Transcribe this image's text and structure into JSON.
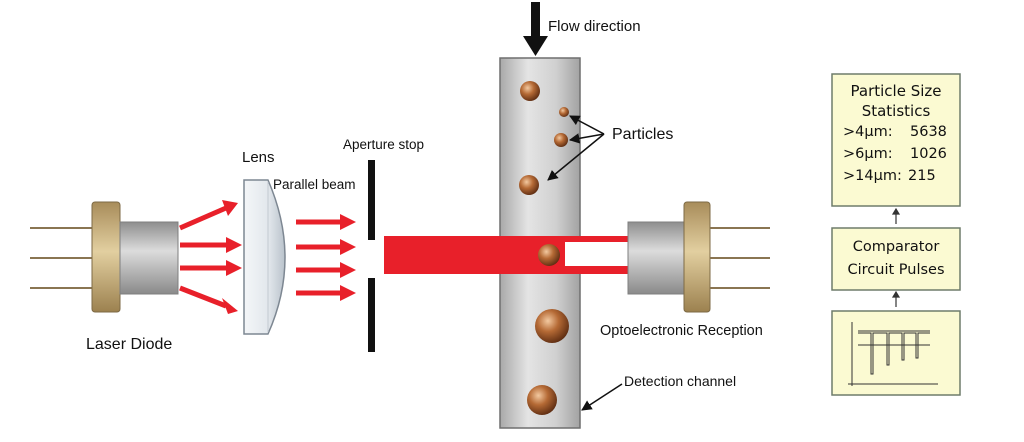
{
  "labels": {
    "flow_direction": "Flow direction",
    "lens": "Lens",
    "aperture_stop": "Aperture stop",
    "parallel_beam": "Parallel beam",
    "particles": "Particles",
    "laser_diode": "Laser Diode",
    "optoelectronic_reception": "Optoelectronic Reception",
    "detection_channel": "Detection channel"
  },
  "stats_box": {
    "title_line1": "Particle Size",
    "title_line2": "Statistics",
    "rows": [
      {
        "label": ">4μm:",
        "value": "5638"
      },
      {
        "label": ">6μm:",
        "value": "1026"
      },
      {
        "label": ">14μm:",
        "value": "215"
      }
    ]
  },
  "comparator_box": {
    "line1": "Comparator",
    "line2": "Circuit Pulses"
  },
  "colors": {
    "laser_red": "#e8202a",
    "box_fill": "#fbfad2",
    "box_border": "#6e7c6b",
    "channel_gray": "#c9c9c9",
    "particle_brown": "#a55a2a",
    "diode_brass": "#c4a877"
  }
}
